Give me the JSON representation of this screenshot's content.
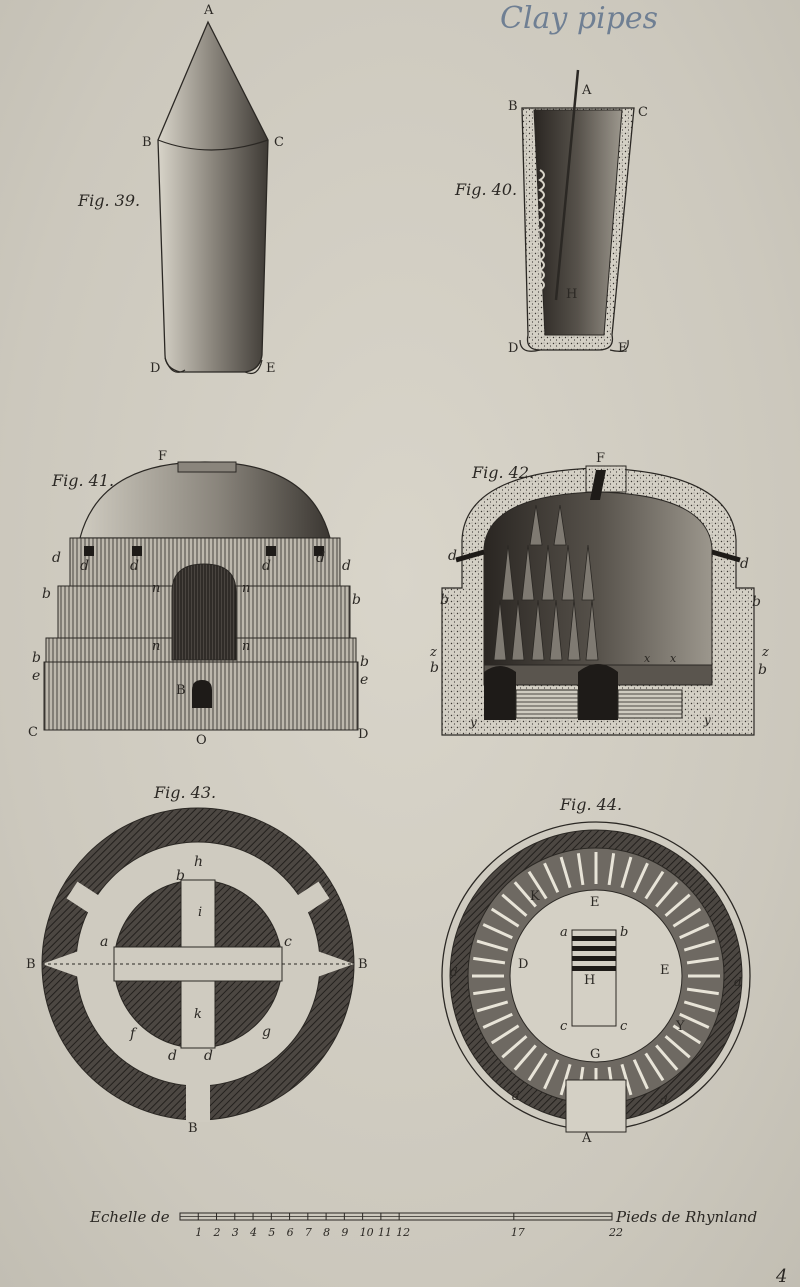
{
  "handwritten_note": "Clay pipes",
  "page_number": "4",
  "fig39": {
    "title": "Fig. 39.",
    "labels": [
      "A",
      "B",
      "C",
      "D",
      "E"
    ]
  },
  "fig40": {
    "title": "Fig. 40.",
    "labels": [
      "A",
      "B",
      "C",
      "D",
      "E",
      "H"
    ]
  },
  "fig41": {
    "title": "Fig. 41.",
    "labels": [
      "F",
      "d",
      "d",
      "d",
      "d",
      "d",
      "d",
      "b",
      "b",
      "n",
      "n",
      "n",
      "n",
      "b",
      "b",
      "e",
      "e",
      "B",
      "C",
      "O",
      "D"
    ]
  },
  "fig42": {
    "title": "Fig. 42.",
    "labels": [
      "F",
      "d",
      "d",
      "b",
      "b",
      "z",
      "z",
      "b",
      "b",
      "x",
      "x",
      "y",
      "y"
    ]
  },
  "fig43": {
    "title": "Fig. 43.",
    "labels": [
      "h",
      "b",
      "i",
      "a",
      "c",
      "B",
      "B",
      "k",
      "f",
      "g",
      "d",
      "d",
      "B"
    ]
  },
  "fig44": {
    "title": "Fig. 44.",
    "labels": [
      "E",
      "a",
      "b",
      "D",
      "E",
      "H",
      "c",
      "c",
      "G",
      "K",
      "Y",
      "d",
      "d",
      "d",
      "d",
      "A"
    ]
  },
  "scale_bar": {
    "left_label": "Echelle de",
    "right_label": "Pieds de Rhynland",
    "ticks": [
      "1",
      "2",
      "3",
      "4",
      "5",
      "6",
      "7",
      "8",
      "9",
      "10",
      "11",
      "12",
      "17",
      "22"
    ]
  }
}
